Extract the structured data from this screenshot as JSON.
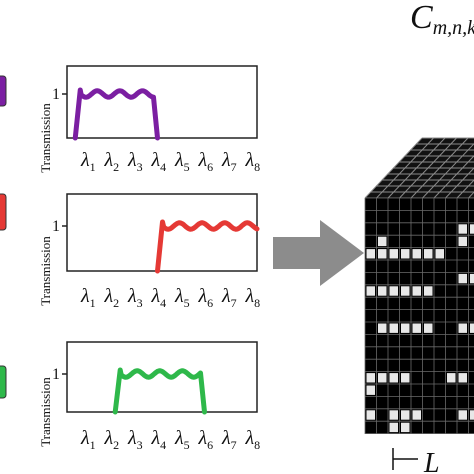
{
  "panels": [
    {
      "id": "violet",
      "color": "#7b1fa2",
      "ylabel": "Transmission",
      "level_label": "1",
      "x_ticks": [
        "1",
        "2",
        "3",
        "4",
        "5",
        "6",
        "7",
        "8"
      ],
      "passband": [
        0.5,
        4.0
      ]
    },
    {
      "id": "red",
      "color": "#e53935",
      "ylabel": "Transmission",
      "level_label": "1",
      "x_ticks": [
        "1",
        "2",
        "3",
        "4",
        "5",
        "6",
        "7",
        "8"
      ],
      "passband": [
        4.0,
        8.5
      ]
    },
    {
      "id": "green",
      "color": "#2eb84a",
      "ylabel": "Transmission",
      "level_label": "1",
      "x_ticks": [
        "1",
        "2",
        "3",
        "4",
        "5",
        "6",
        "7",
        "8"
      ],
      "passband": [
        2.2,
        6.0
      ]
    }
  ],
  "tick_symbol": "λ",
  "cube": {
    "title_main": "C",
    "title_sub": "m,n,k",
    "dimension_label": "L"
  },
  "arrow_color": "#8c8c8c"
}
